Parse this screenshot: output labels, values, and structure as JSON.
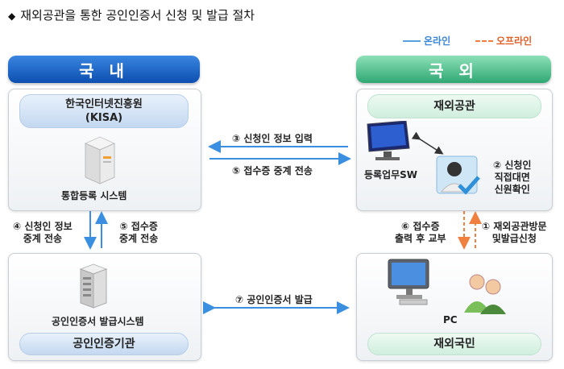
{
  "title": {
    "bullet": "◆",
    "text": "재외공관을 통한 공인인증서 신청 및 발급 절차"
  },
  "legend": {
    "online_label": "온라인",
    "offline_label": "오프라인",
    "online_color": "#5aa0e0",
    "offline_color": "#f08040"
  },
  "domestic": {
    "header": "국 내",
    "kisa": {
      "line1": "한국인터넷진흥원",
      "line2": "(KISA)"
    },
    "system_label": "통합등록 시스템",
    "ca_system_label": "공인인증서 발급시스템",
    "ca_pill": "공인인증기관"
  },
  "overseas": {
    "header": "국 외",
    "embassy_pill": "재외공관",
    "sw_label": "등록업무SW",
    "verify": [
      "② 신청인",
      "직접대면",
      "신원확인"
    ],
    "pc_label": "PC",
    "citizen_pill": "재외국민"
  },
  "flows": {
    "step3": "③ 신청인 정보 입력",
    "step5_top": "⑤ 접수증 중계 전송",
    "step4": [
      "④ 신청인 정보",
      "중계 전송"
    ],
    "step5_left": [
      "⑤ 접수증",
      "중계 전송"
    ],
    "step6": [
      "⑥ 접수증",
      "출력 후 교부"
    ],
    "step1": [
      "① 재외공관방문",
      "및발급신청"
    ],
    "step7": "⑦ 공인인증서 발급"
  },
  "colors": {
    "domestic_header": "#1b63c6",
    "overseas_header": "#4cc08a",
    "arrow_blue": "#3b8fe0",
    "arrow_orange": "#f08040"
  }
}
